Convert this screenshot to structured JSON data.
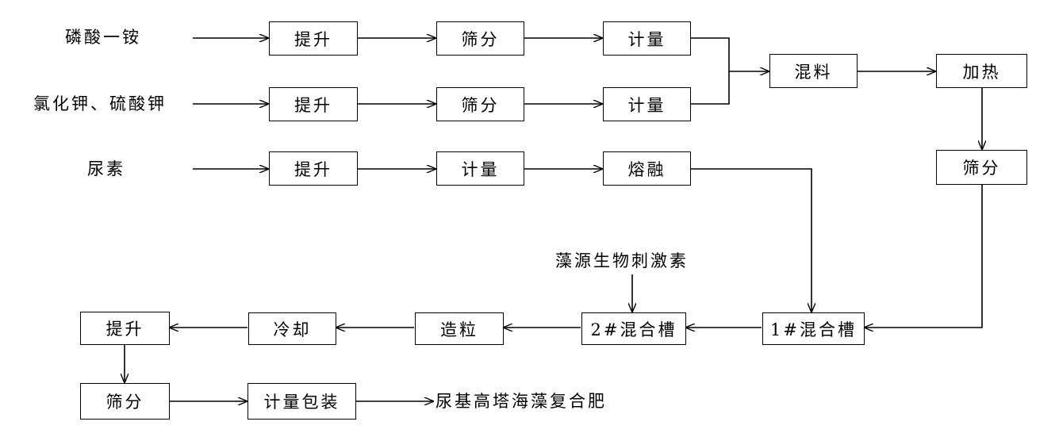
{
  "inputs": {
    "map": "磷酸一铵",
    "kcl_k2so4": "氯化钾、硫酸钾",
    "urea": "尿素",
    "algae_stimulant": "藻源生物刺激素"
  },
  "steps": {
    "lift": "提升",
    "screen": "筛分",
    "meter": "计量",
    "melt": "熔融",
    "mix": "混料",
    "heat": "加热",
    "mix_tank_1": "1#混合槽",
    "mix_tank_2": "2#混合槽",
    "granulate": "造粒",
    "cool": "冷却",
    "meter_pack": "计量包装"
  },
  "product": "尿基高塔海藻复合肥"
}
